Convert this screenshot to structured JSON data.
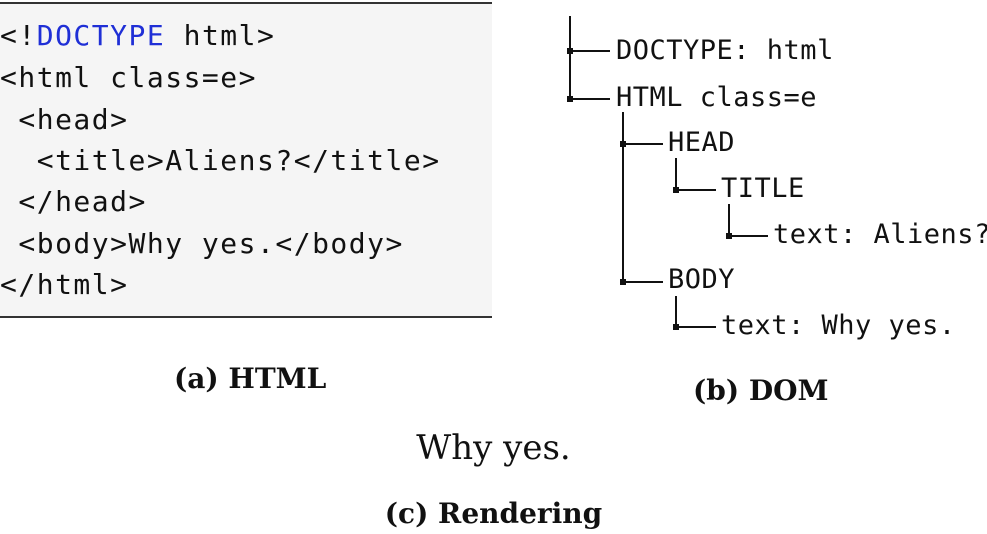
{
  "html_panel": {
    "lines": [
      {
        "prefix": "<!",
        "keyword": "DOCTYPE",
        "suffix": " html>"
      },
      {
        "text": "<html class=e>"
      },
      {
        "text": " <head>"
      },
      {
        "text": "  <title>Aliens?</title>"
      },
      {
        "text": " </head>"
      },
      {
        "text": " <body>Why yes.</body>"
      },
      {
        "text": "</html>"
      }
    ],
    "keyword_color": "#1f2fd6",
    "caption": "(a) HTML"
  },
  "dom_panel": {
    "nodes": [
      {
        "label": "DOCTYPE: html"
      },
      {
        "label": "HTML class=e"
      },
      {
        "label": "HEAD"
      },
      {
        "label": "TITLE"
      },
      {
        "label": "text: Aliens?"
      },
      {
        "label": "BODY"
      },
      {
        "label": "text: Why yes."
      }
    ],
    "caption": "(b) DOM"
  },
  "rendering_panel": {
    "text": "Why yes.",
    "caption": "(c) Rendering"
  }
}
